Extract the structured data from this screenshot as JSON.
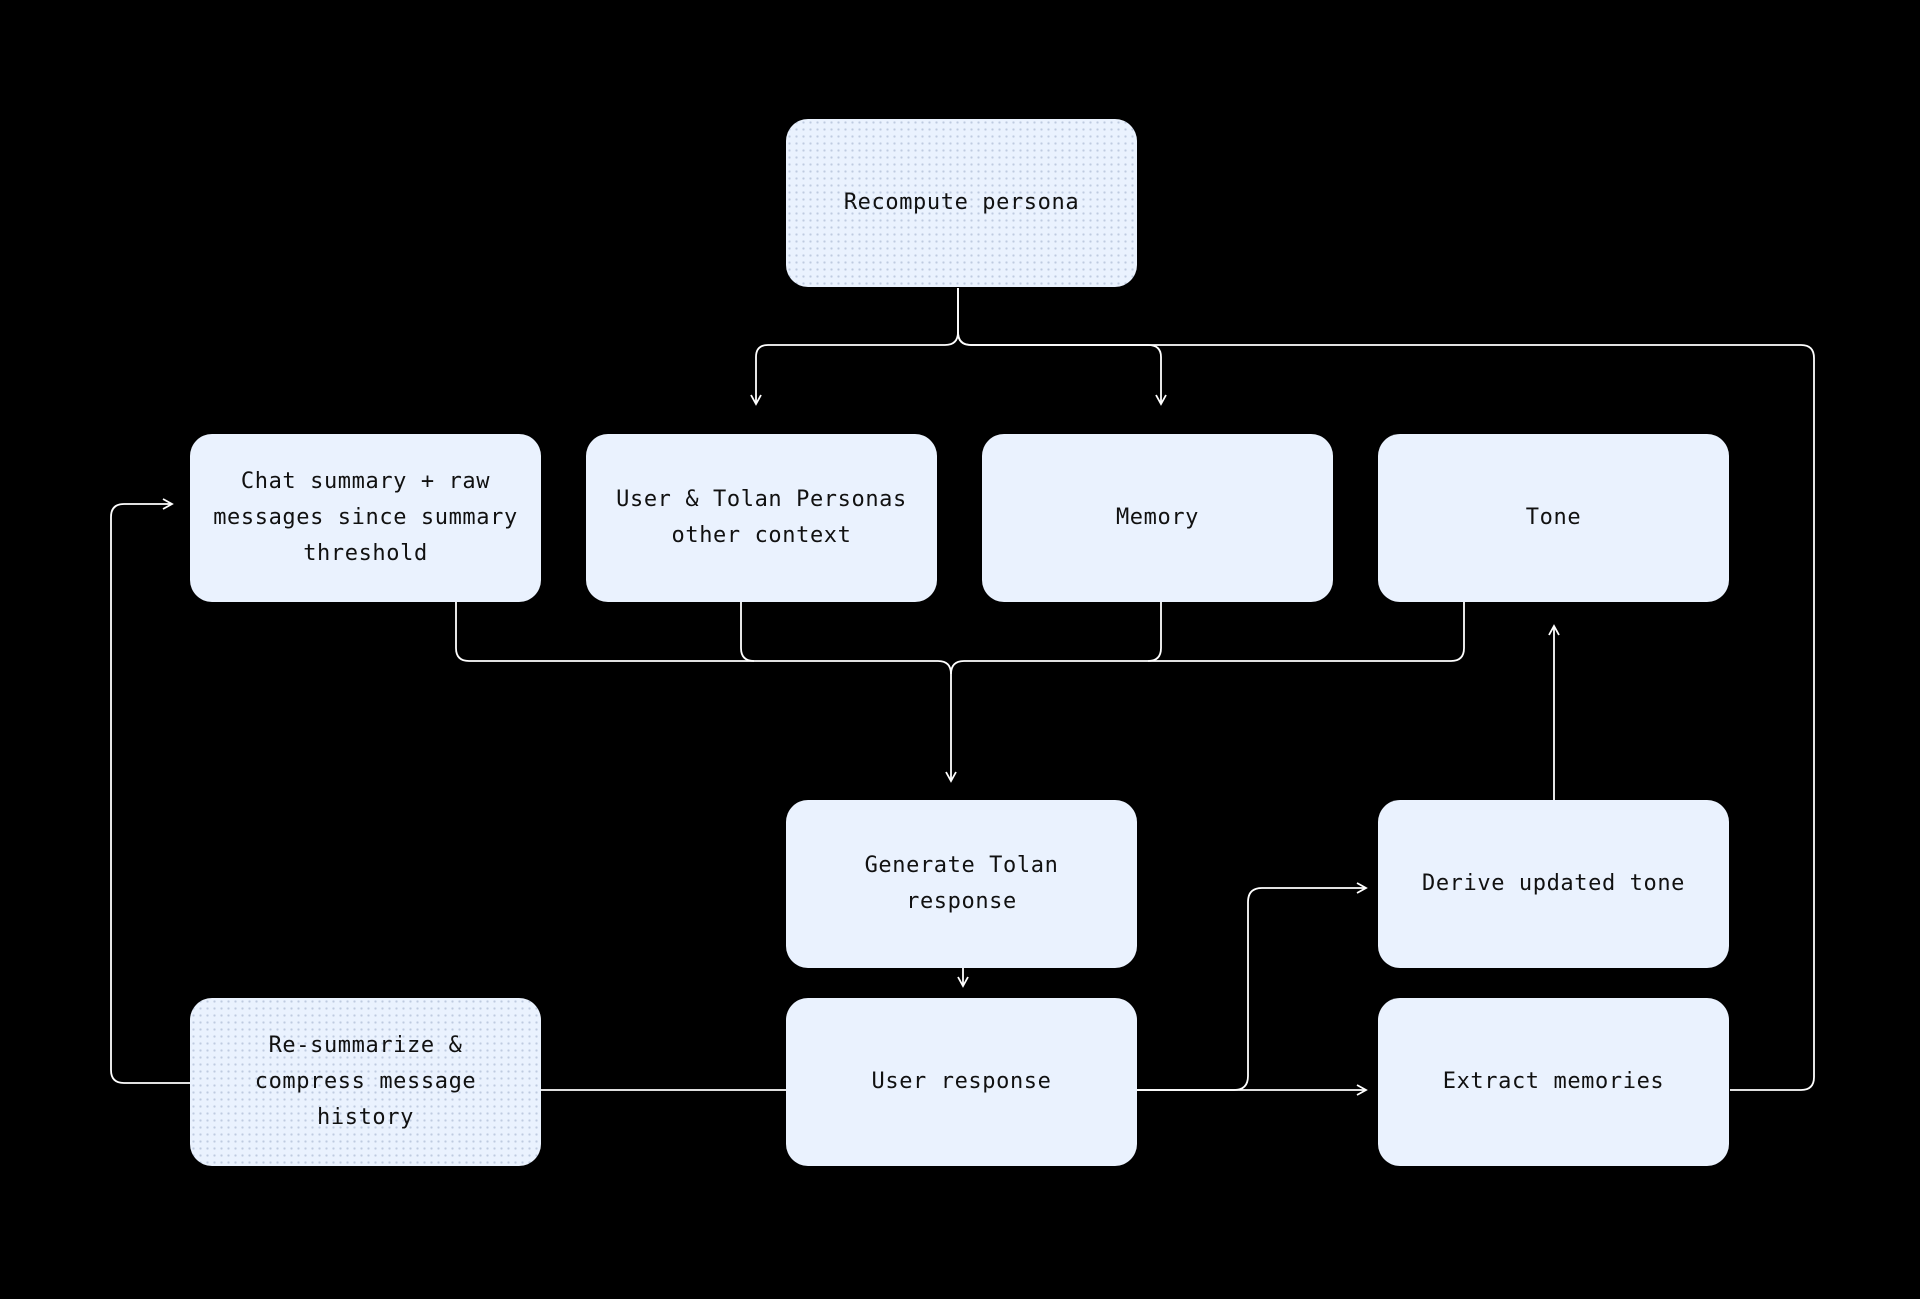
{
  "nodes": {
    "recompute_persona": "Recompute persona",
    "chat_summary": "Chat summary + raw messages since summary threshold",
    "personas_context": "User & Tolan Personas other context",
    "memory": "Memory",
    "tone": "Tone",
    "generate_response": "Generate Tolan response",
    "derive_tone": "Derive updated tone",
    "resummarize": "Re-summarize & compress message history",
    "user_response": "User response",
    "extract_memories": "Extract memories"
  },
  "colors": {
    "background": "#000000",
    "node_fill": "#eaf2fe",
    "node_text": "#111111",
    "connector": "#ffffff"
  }
}
